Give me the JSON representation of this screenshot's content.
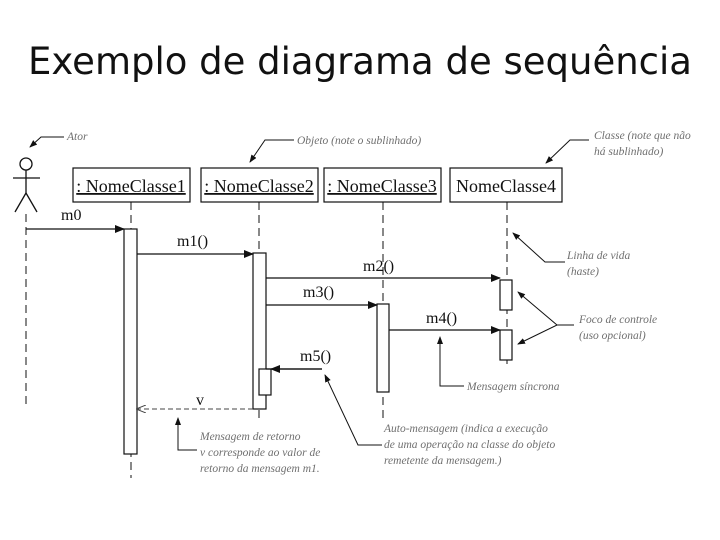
{
  "title": "Exemplo de diagrama de sequência",
  "actor": {
    "label": "Ator"
  },
  "objects": [
    {
      "name": ": NomeClasse1",
      "underlined": true
    },
    {
      "name": ": NomeClasse2",
      "underlined": true
    },
    {
      "name": ": NomeClasse3",
      "underlined": true
    },
    {
      "name": "NomeClasse4",
      "underlined": false
    }
  ],
  "messages": {
    "m0": "m0",
    "m1": "m1()",
    "m2": "m2()",
    "m3": "m3()",
    "m4": "m4()",
    "m5": "m5()",
    "ret": "v"
  },
  "notes": {
    "objeto": "Objeto (note o sublinhado)",
    "classe": [
      "Classe (note que não",
      "há sublinhado)"
    ],
    "linha_vida": [
      "Linha de vida",
      "(haste)"
    ],
    "foco": [
      "Foco de controle",
      "(uso opcional)"
    ],
    "mensagem_sincrona": "Mensagem síncrona",
    "retorno": [
      "Mensagem de retorno",
      "v corresponde ao valor de",
      "retorno da mensagem m1."
    ],
    "auto": [
      "Auto-mensagem (indica a execução",
      "de uma operação na classe do objeto",
      "remetente da mensagem.)"
    ]
  }
}
